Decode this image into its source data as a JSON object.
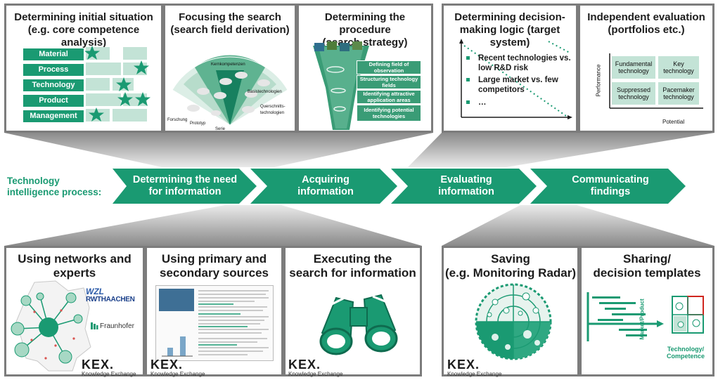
{
  "colors": {
    "accent": "#1a9a72",
    "light": "#c3e3d6",
    "border": "#7c7c7c"
  },
  "top_panels": [
    {
      "title_line1": "Determining initial situation",
      "title_line2": "(e.g. core competence analysis)"
    },
    {
      "title_line1": "Focusing the search",
      "title_line2": "(search field derivation)"
    },
    {
      "title_line1": "Determining the procedure",
      "title_line2": "(search strategy)"
    },
    {
      "title_line1": "Determining decision-",
      "title_line2": "making logic (target system)"
    },
    {
      "title_line1": "Independent evaluation",
      "title_line2": "(portfolios etc.)"
    }
  ],
  "situation_labels": [
    "Material",
    "Process",
    "Technology",
    "Product",
    "Management"
  ],
  "search_field_labels": {
    "key": "Kernkompetenzen",
    "basis": "Basistechnologien",
    "quer": "Querschnitts-technologien",
    "forschung": "Forschung",
    "prototyp": "Prototyp",
    "serie": "Serie"
  },
  "procedure_steps": [
    "Defining field of observation",
    "Structuring technology fields",
    "Identifying attractive application areas",
    "Identifying potential technologies"
  ],
  "decision_list": [
    "Recent technologies vs. low R&D risk",
    "Large market vs. few competitors",
    "…"
  ],
  "portfolio": {
    "cells": [
      "Fundamental technology",
      "Key technology",
      "Suppressed technology",
      "Pacemaker technology"
    ],
    "ylabel": "Performance",
    "xlabel": "Potential"
  },
  "process": {
    "label_line1": "Technology",
    "label_line2": "intelligence process:",
    "steps": [
      {
        "line1": "Determining the need",
        "line2": "for information"
      },
      {
        "line1": "Acquiring",
        "line2": "information"
      },
      {
        "line1": "Evaluating",
        "line2": "information"
      },
      {
        "line1": "Communicating",
        "line2": "findings"
      }
    ]
  },
  "bottom_panels": [
    {
      "title_line1": "Using networks and",
      "title_line2": "experts"
    },
    {
      "title_line1": "Using primary and",
      "title_line2": "secondary sources"
    },
    {
      "title_line1": "Executing the",
      "title_line2": "search for information"
    },
    {
      "title_line1": "Saving",
      "title_line2": "(e.g. Monitoring Radar)"
    },
    {
      "title_line1": "Sharing/",
      "title_line2": "decision templates"
    }
  ],
  "logos": {
    "wzl": "WZL",
    "rwth": "RWTHAACHEN",
    "fraunhofer": "Fraunhofer"
  },
  "kex": {
    "brand": "KEX.",
    "tagline": "Knowledge Exchange"
  },
  "templates": {
    "market": "Market/Product",
    "tech_line1": "Technology/",
    "tech_line2": "Competence"
  }
}
